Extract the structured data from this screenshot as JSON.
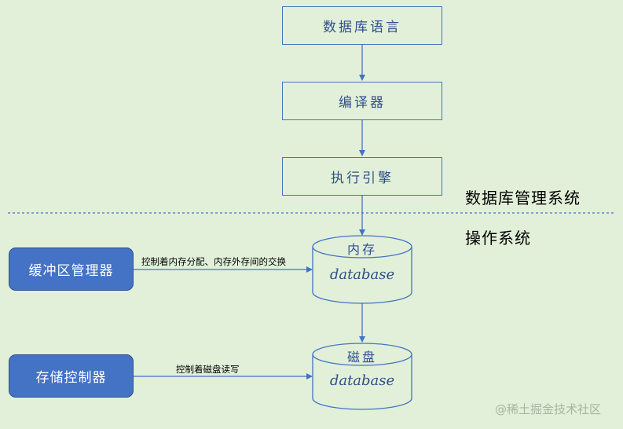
{
  "nodes": {
    "db_language": "数据库语言",
    "compiler": "编译器",
    "execution_engine": "执行引擎",
    "buffer_manager": "缓冲区管理器",
    "storage_controller": "存储控制器"
  },
  "cylinders": {
    "memory": {
      "title": "内存",
      "label": "database"
    },
    "disk": {
      "title": "磁盘",
      "label": "database"
    }
  },
  "regions": {
    "dbms": "数据库管理系统",
    "os": "操作系统"
  },
  "edges": {
    "buffer_to_memory": "控制着内存分配、内存外存间的交换",
    "storage_to_disk": "控制着磁盘读写"
  },
  "watermark": "@稀土掘金技术社区",
  "colors": {
    "background": "#e2f0d9",
    "stroke": "#4472c4",
    "fill_primary": "#4472c4",
    "text_box": "#2f4f8a"
  }
}
